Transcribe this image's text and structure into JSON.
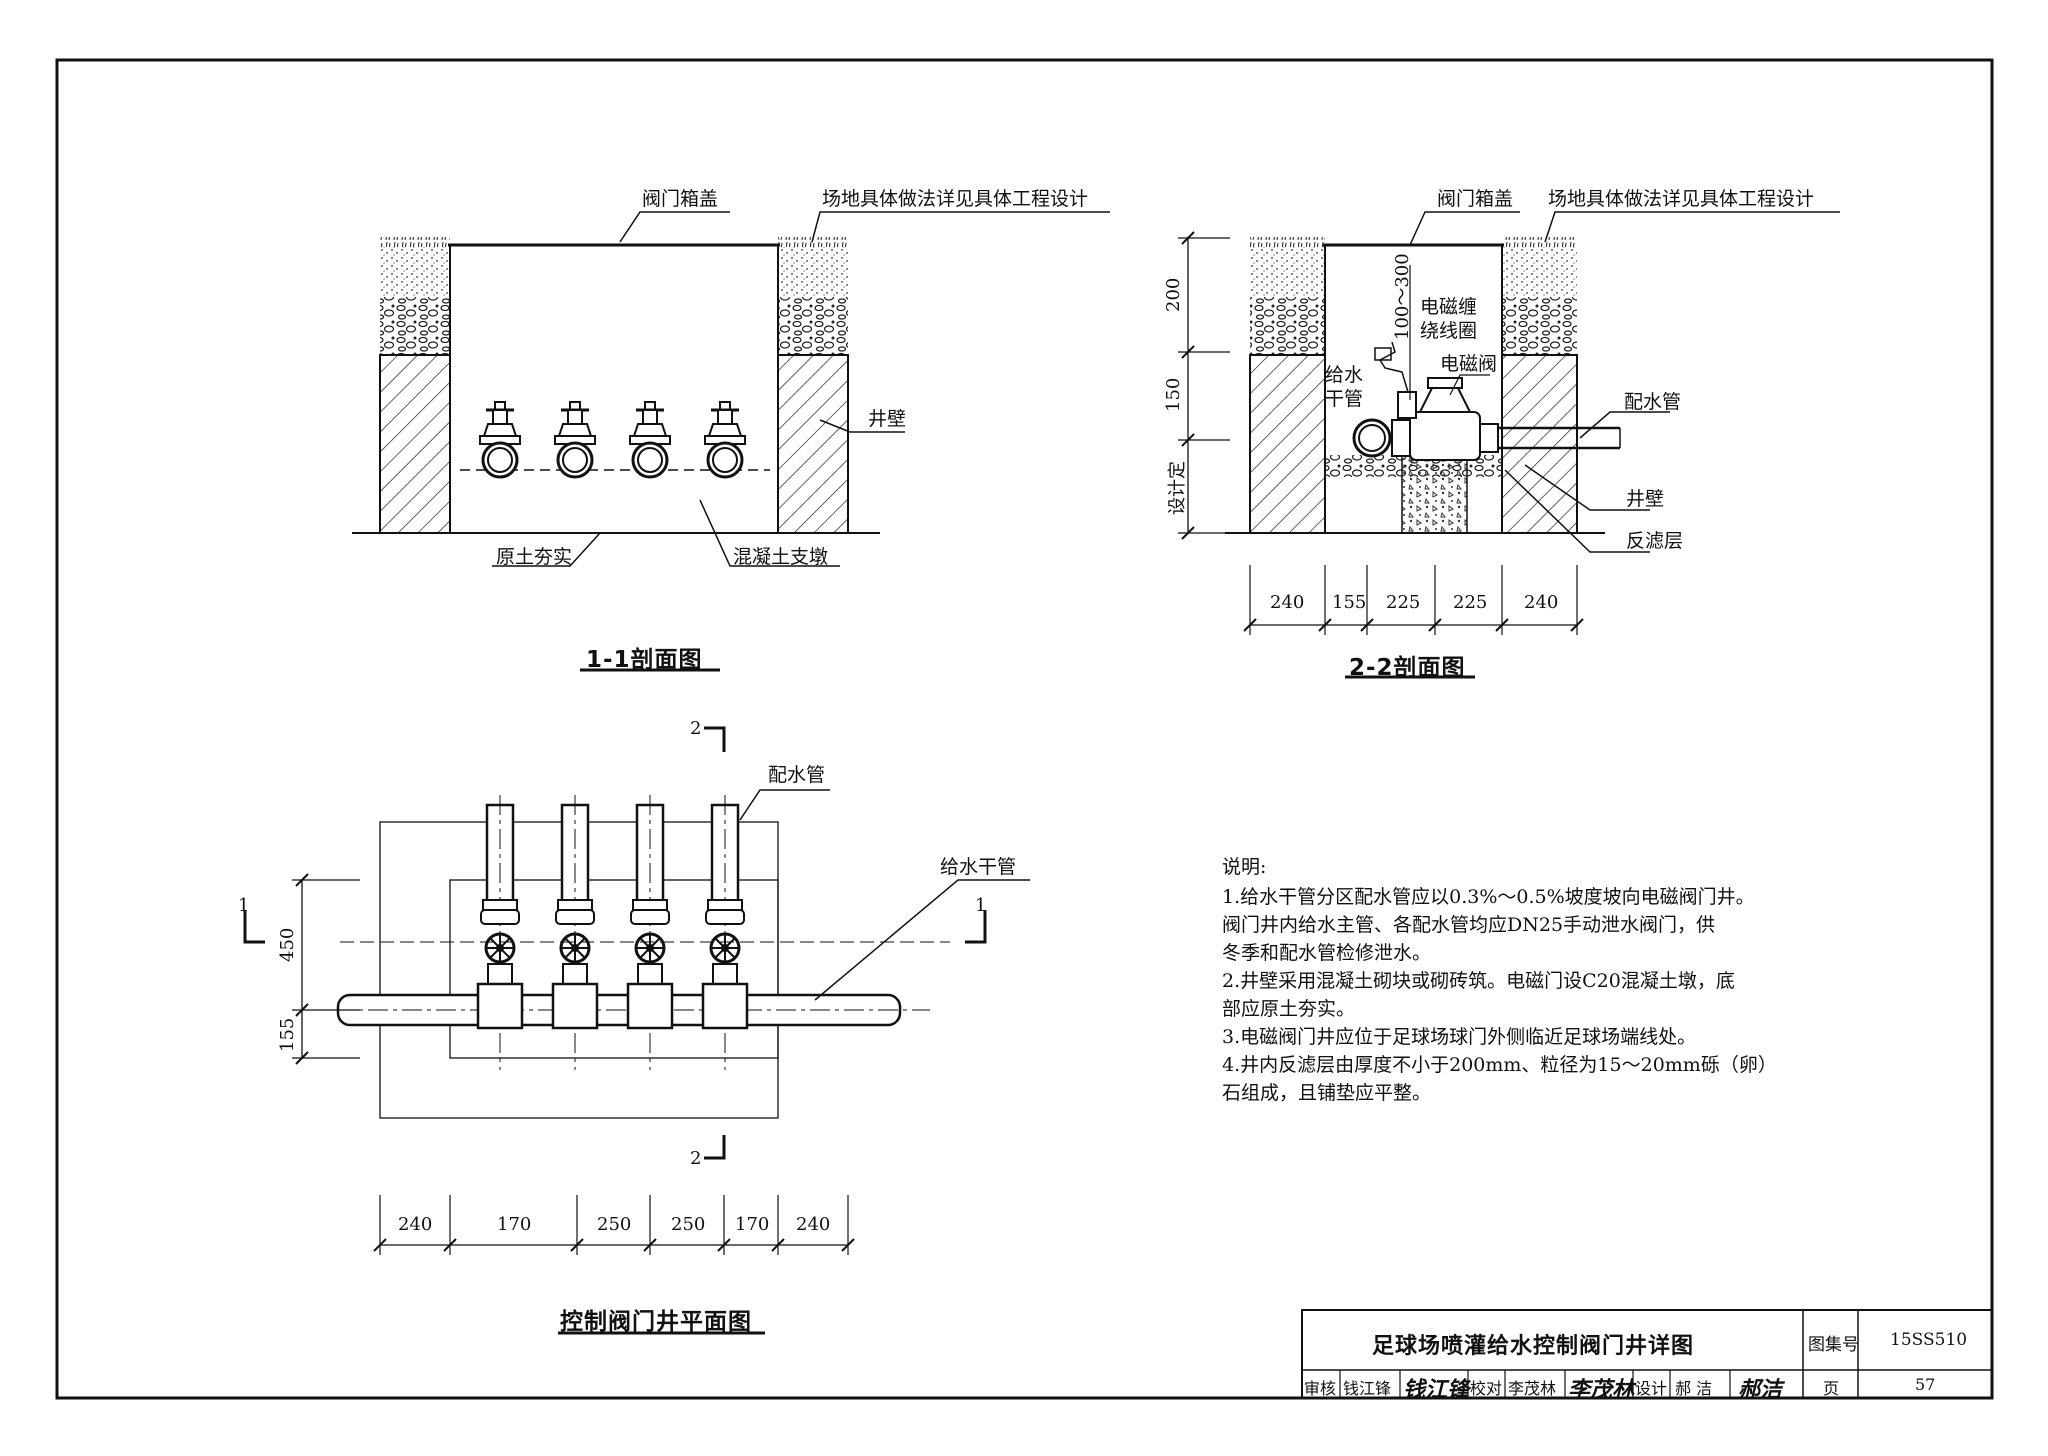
{
  "section_1_1": {
    "title": "1-1剖面图",
    "label_cover": "阀门箱盖",
    "label_site": "场地具体做法详见具体工程设计",
    "label_wall": "井壁",
    "label_soil": "原土夯实",
    "label_pier": "混凝土支墩"
  },
  "section_2_2": {
    "title": "2-2剖面图",
    "label_cover": "阀门箱盖",
    "label_site": "场地具体做法详见具体工程设计",
    "label_coil_range": "100～300",
    "label_coil": "电磁缠",
    "label_coil2": "绕线圈",
    "label_solenoid": "电磁阀",
    "label_main1": "给水",
    "label_main2": "干管",
    "label_branch": "配水管",
    "label_wall": "井壁",
    "label_filter": "反滤层",
    "vdims": [
      "200",
      "150",
      "设计定"
    ],
    "hdims": [
      "240",
      "155",
      "225",
      "225",
      "240"
    ]
  },
  "plan": {
    "title": "控制阀门井平面图",
    "label_branch": "配水管",
    "label_main": "给水干管",
    "cut_1": "1",
    "cut_2": "2",
    "vdims": [
      "450",
      "155"
    ],
    "hdims": [
      "240",
      "170",
      "250",
      "250",
      "170",
      "240"
    ]
  },
  "notes": {
    "heading": "说明:",
    "lines": [
      "1.给水干管分区配水管应以0.3%～0.5%坡度坡向电磁阀门井。",
      "  阀门井内给水主管、各配水管均应DN25手动泄水阀门，供",
      "  冬季和配水管检修泄水。",
      "2.井壁采用混凝土砌块或砌砖筑。电磁门设C20混凝土墩，底",
      "  部应原土夯实。",
      "3.电磁阀门井应位于足球场球门外侧临近足球场端线处。",
      "4.井内反滤层由厚度不小于200mm、粒径为15～20mm砾（卵）",
      "  石组成，且铺垫应平整。"
    ]
  },
  "title_block": {
    "drawing_title": "足球场喷灌给水控制阀门井详图",
    "atlas_label": "图集号",
    "atlas_no": "15SS510",
    "review_label": "审核",
    "reviewer": "钱江锋",
    "reviewer_sig": "钱江锋",
    "check_label": "校对",
    "checker": "李茂林",
    "checker_sig": "李茂林",
    "design_label": "设计",
    "designer": "郝 洁",
    "designer_sig": "郝洁",
    "page_label": "页",
    "page_no": "57"
  }
}
